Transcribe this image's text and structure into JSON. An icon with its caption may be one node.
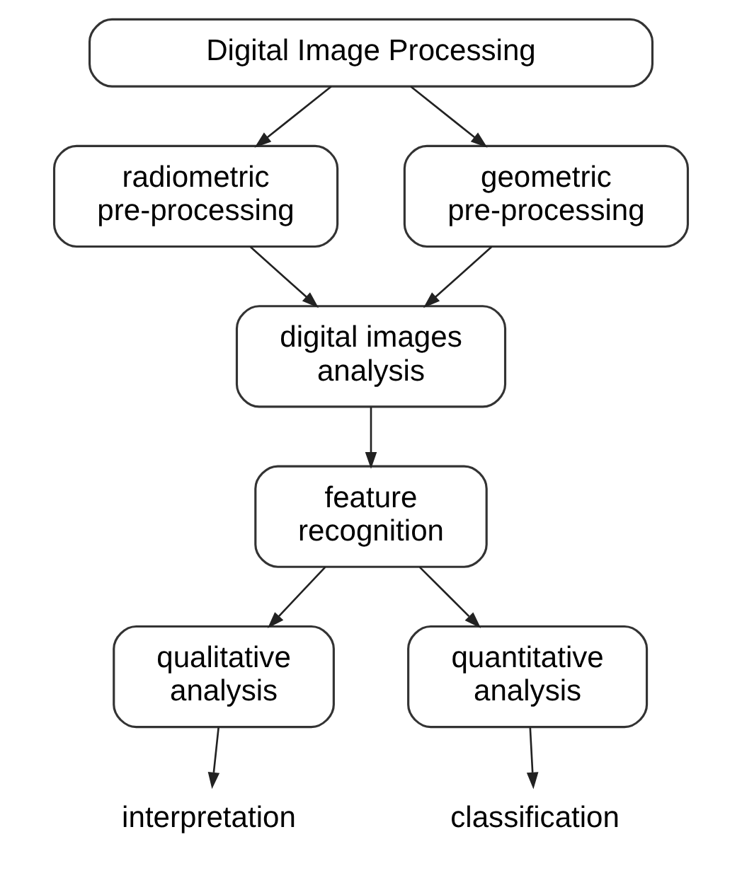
{
  "diagram": {
    "nodes": [
      {
        "text": [
          "Digital Image Processing"
        ]
      },
      {
        "text": [
          "radiometric pre-processing"
        ]
      },
      {
        "text": [
          "geometric pre-processing"
        ]
      },
      {
        "text": [
          "digital images analysis"
        ]
      },
      {
        "text": [
          "feature recognition"
        ]
      },
      {
        "text": [
          "qualitative analysis"
        ]
      },
      {
        "text": [
          "quantitative analysis"
        ]
      },
      {
        "text": [
          "interpretation"
        ]
      },
      {
        "text": [
          "classification"
        ]
      }
    ],
    "edges": [
      {
        "from": 0,
        "to": 1,
        "arrow": "to"
      },
      {
        "from": 0,
        "to": 2,
        "arrow": "to"
      },
      {
        "from": 1,
        "to": 3,
        "arrow": "to"
      },
      {
        "from": 2,
        "to": 3,
        "arrow": "to"
      },
      {
        "from": 3,
        "to": 4,
        "arrow": "to"
      },
      {
        "from": 4,
        "to": 5,
        "arrow": "to"
      },
      {
        "from": 4,
        "to": 6,
        "arrow": "to"
      },
      {
        "from": 5,
        "to": 7,
        "arrow": "to"
      },
      {
        "from": 6,
        "to": 8,
        "arrow": "to"
      }
    ]
  }
}
